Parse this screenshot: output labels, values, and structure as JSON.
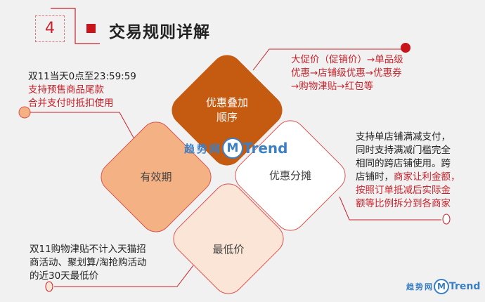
{
  "header": {
    "number": "4",
    "title": "交易规则详解"
  },
  "colors": {
    "accent": "#c8151b",
    "top": "#c55a11",
    "left": "#f4b183",
    "bottom": "#fbe5d6",
    "right": "#ffffff"
  },
  "diamonds": {
    "top": {
      "lines": [
        "优惠叠加",
        "顺序"
      ]
    },
    "left": {
      "label": "有效期"
    },
    "right": {
      "label": "优惠分摊"
    },
    "bottom": {
      "label": "最低价"
    }
  },
  "notes": {
    "left": {
      "line1": "双11当天0点至23:59:59",
      "line2": "支持预售商品尾款",
      "line3": "合并支付时抵扣使用"
    },
    "top_right": {
      "line1": "大促价（促销价）→单品级",
      "line2": "优惠→店铺级优惠→优惠券",
      "line3": "→购物津贴→红包等"
    },
    "right": {
      "line1": "支持单店铺满减支付，",
      "line2": "同时支持满减门槛完全",
      "line3": "相同的跨店铺使用。跨",
      "line4a": "店铺时，",
      "line4b": "商家让利金额，",
      "line5": "按照订单抵减后实际金",
      "line6": "额等比例拆分到各商家"
    },
    "bottom": {
      "line1": "双11购物津贴不计入天猫招",
      "line2": "商活动、聚划算/淘抢购活动",
      "line3": "的近30天最低价"
    }
  },
  "watermark": {
    "cn": "趋势网",
    "m": "M",
    "en": "Trend"
  }
}
